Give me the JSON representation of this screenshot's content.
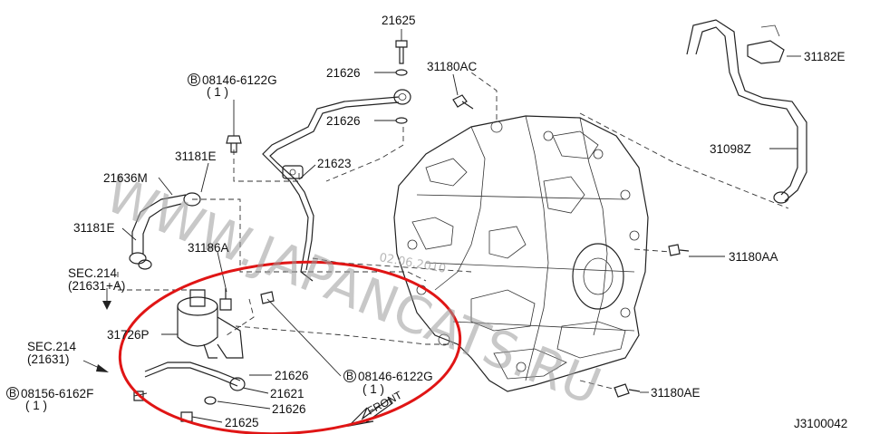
{
  "diagram_id": "J3100042",
  "watermark": "WWW.JAPANCATS.RU",
  "watermark_date": "02.06.2010",
  "callouts": {
    "c21625_top": "21625",
    "c21626_top": "21626",
    "c21626_mid": "21626",
    "c31180AC": "31180AC",
    "c08146_top": "08146-6122G",
    "c08146_top_qty": "( 1 )",
    "c31181E_top": "31181E",
    "c21623": "21623",
    "c21636M": "21636M",
    "c31181E_left": "31181E",
    "c31186A": "31186A",
    "sec214_a": "SEC.214",
    "sec214_a_ref": "(21631+A)",
    "sec214_b": "SEC.214",
    "sec214_b_ref": "(21631)",
    "c31726P": "31726P",
    "c08156": "08156-6162F",
    "c08156_qty": "( 1 )",
    "c21626_low": "21626",
    "c21621": "21621",
    "c21626_bot": "21626",
    "c21625_bot": "21625",
    "c08146_low": "08146-6122G",
    "c08146_low_qty": "( 1 )",
    "front": "FRONT",
    "c31182E": "31182E",
    "c31098Z": "31098Z",
    "c31180AA": "31180AA",
    "c31180AE": "31180AE"
  },
  "bolt_marker": "B",
  "colors": {
    "highlight": "#e01515",
    "line": "#222222",
    "watermark": "#9a9a9a"
  }
}
